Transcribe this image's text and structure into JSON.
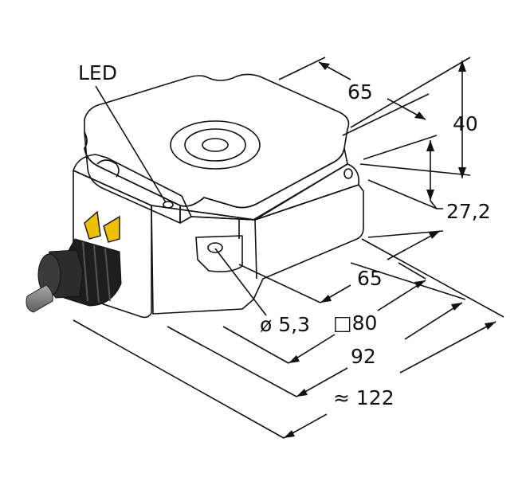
{
  "colors": {
    "housing": "#FFD200",
    "housing_shadow": "#E3B400",
    "housing_dark": "#C99A00",
    "cable_gland": "#1e1e1e",
    "cable": "#7a7a7a",
    "lines": "#111111"
  },
  "labels": {
    "led": "LED",
    "top_width": "65",
    "height_total": "40",
    "height_lower": "27,2",
    "hole_spacing": "65",
    "mounting_hole": "ø 5,3",
    "square_size": "□80",
    "length_92": "92",
    "length_total": "≈ 122"
  }
}
